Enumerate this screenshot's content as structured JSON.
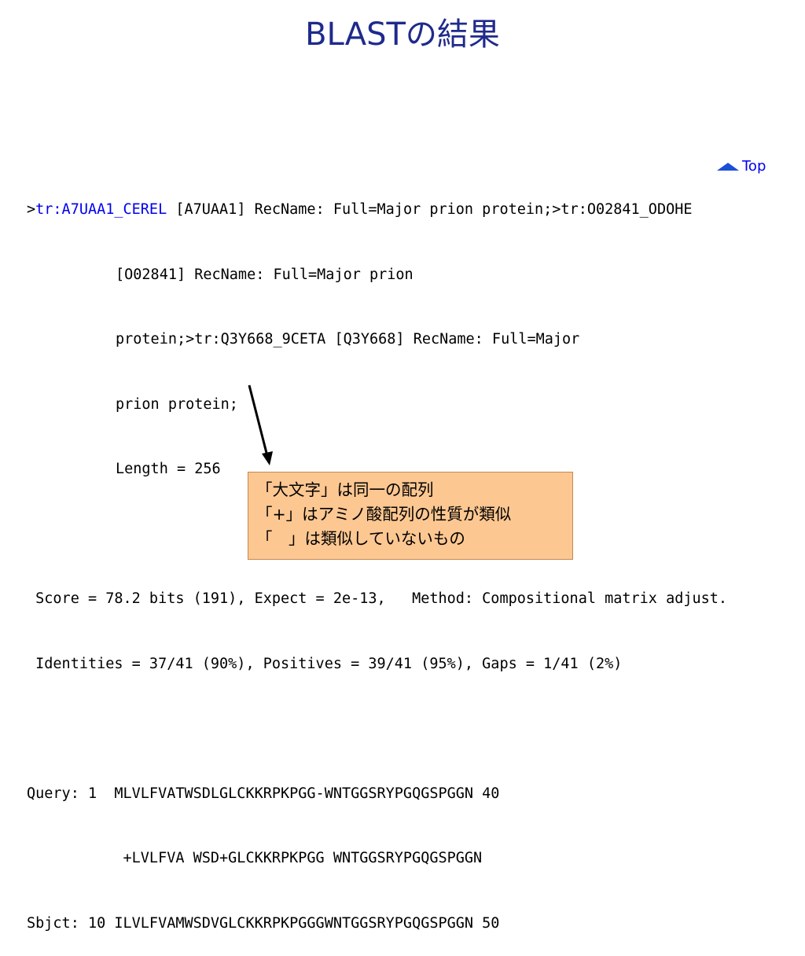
{
  "title": "BLASTの結果",
  "top_link": {
    "label": "Top",
    "icon": "triangle-up-icon"
  },
  "blast": {
    "hit_prefix": ">",
    "hit_id": "tr:A7UAA1_CEREL",
    "def_line_1_rest": " [A7UAA1] RecName: Full=Major prion protein;>tr:O02841_ODOHE",
    "def_line_2": "[O02841] RecName: Full=Major prion",
    "def_line_3": "protein;>tr:Q3Y668_9CETA [Q3Y668] RecName: Full=Major",
    "def_line_4": "prion protein;",
    "length_line": "Length = 256",
    "score_line": " Score = 78.2 bits (191), Expect = 2e-13,   Method: Compositional matrix adjust.",
    "identities_line": " Identities = 37/41 (90%), Positives = 39/41 (95%), Gaps = 1/41 (2%)",
    "query_line": "Query: 1  MLVLFVATWSDLGLCKKRPKPGG-WNTGGSRYPGQGSPGGN 40",
    "match_line": "           +LVLFVA WSD+GLCKKRPKPGG WNTGGSRYPGQGSPGGN",
    "sbjct_line": "Sbjct: 10 ILVLFVAMWSDVGLCKKRPKPGGGWNTGGSRYPGQGSPGGN 50"
  },
  "note": {
    "line_1": "「大文字」は同一の配列",
    "line_2": "「+」はアミノ酸配列の性質が類似",
    "line_3": "「　」は類似していないもの"
  },
  "colors": {
    "title": "#1f2a8c",
    "link": "#0000ee",
    "note_background": "#fcc791",
    "note_border": "#c28a52",
    "arrow": "#000000"
  }
}
